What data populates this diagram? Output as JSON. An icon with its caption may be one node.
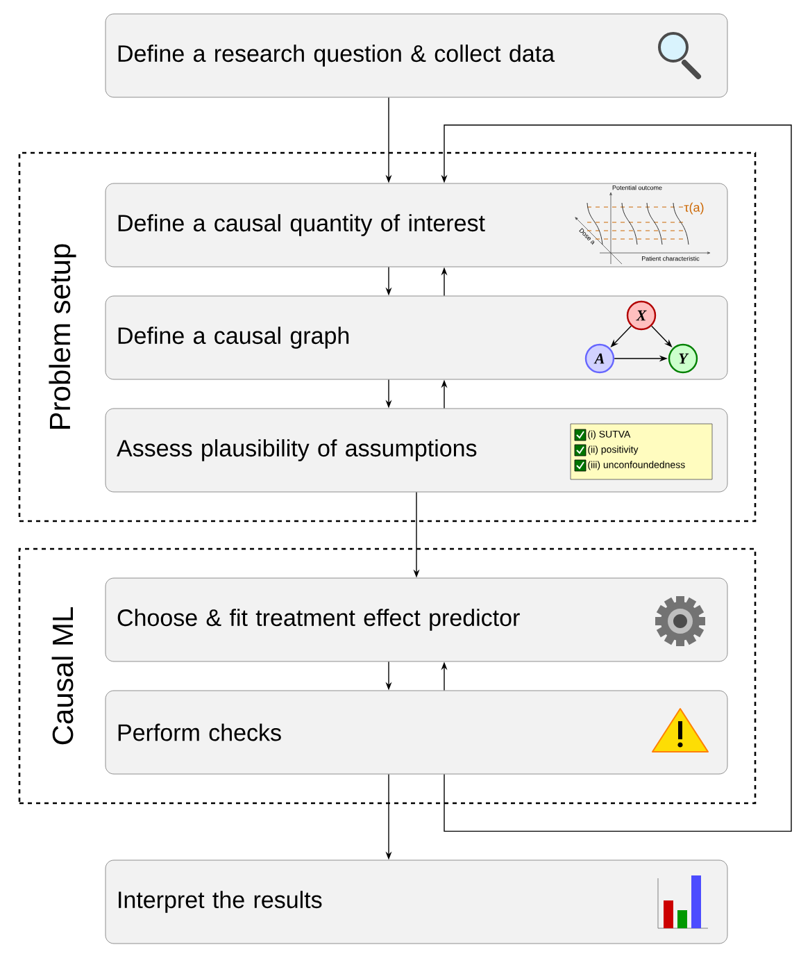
{
  "diagram": {
    "nodes": [
      {
        "text": [
          "Define a research question & collect data"
        ]
      },
      {
        "text": [
          "Problem setup"
        ]
      },
      {
        "text": [
          "Define a causal quantity of interest"
        ],
        "in": 1
      },
      {
        "text": [
          "Define a causal graph"
        ],
        "in": 1
      },
      {
        "text": [
          "X"
        ],
        "in": 3
      },
      {
        "text": [
          "A"
        ],
        "in": 3
      },
      {
        "text": [
          "Y"
        ],
        "in": 3
      },
      {
        "text": [
          "Assess plausibility of assumptions"
        ],
        "in": 1
      },
      {
        "text": [
          "(i) SUTVA",
          "(ii) positivity",
          "(iii) unconfoundedness"
        ],
        "in": 7
      },
      {
        "text": [
          "Causal ML"
        ]
      },
      {
        "text": [
          "Choose & fit treatment effect predictor"
        ],
        "in": 9
      },
      {
        "text": [
          "Perform checks"
        ],
        "in": 9
      },
      {
        "text": [
          "Interpret the results"
        ]
      }
    ],
    "edges": [
      {
        "from": 0,
        "to": 2,
        "arrow": "to"
      },
      {
        "from": 2,
        "to": 3,
        "arrow": "to"
      },
      {
        "from": 3,
        "to": 2,
        "arrow": "to"
      },
      {
        "from": 3,
        "to": 7,
        "arrow": "to"
      },
      {
        "from": 7,
        "to": 3,
        "arrow": "to"
      },
      {
        "from": 7,
        "to": 10,
        "arrow": "to"
      },
      {
        "from": 10,
        "to": 11,
        "arrow": "to"
      },
      {
        "from": 11,
        "to": 10,
        "arrow": "to"
      },
      {
        "from": 11,
        "to": 12,
        "arrow": "to"
      },
      {
        "from": 11,
        "to": 2,
        "arrow": "to"
      },
      {
        "from": 4,
        "to": 5,
        "arrow": "to"
      },
      {
        "from": 4,
        "to": 6,
        "arrow": "to"
      },
      {
        "from": 5,
        "to": 6,
        "arrow": "to"
      }
    ],
    "labels": [
      "Potential outcome",
      "τ(a)",
      "Dose a",
      "Patient characteristic"
    ]
  }
}
